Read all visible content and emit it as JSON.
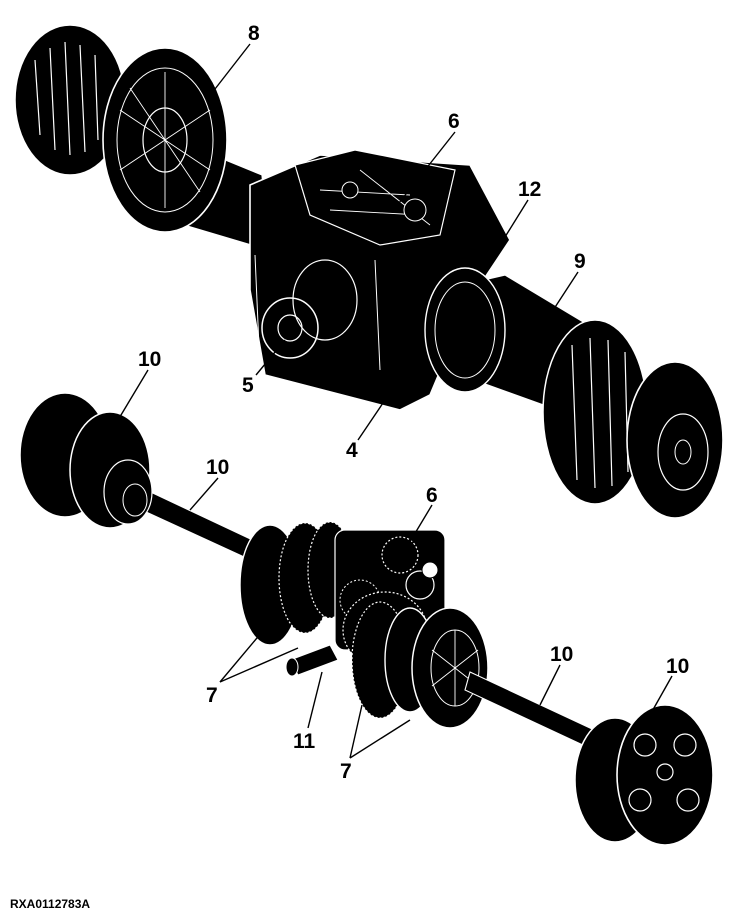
{
  "figure": {
    "image_code": "RXA0112783A",
    "callouts": {
      "c4": "4",
      "c5": "5",
      "c6_top": "6",
      "c6_bottom": "6",
      "c7_left": "7",
      "c7_right": "7",
      "c8": "8",
      "c9": "9",
      "c10_hub": "10",
      "c10_shaft_left": "10",
      "c10_shaft_right": "10",
      "c10_hub_right": "10",
      "c11": "11",
      "c12": "12"
    }
  },
  "colors": {
    "ink": "#000000",
    "paper": "#ffffff",
    "line": "#ffffff"
  }
}
